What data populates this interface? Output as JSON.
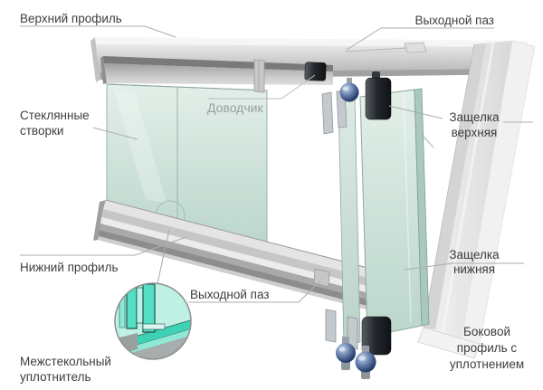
{
  "labels": {
    "top_profile": "Верхний профиль",
    "exit_groove_top": "Выходной паз",
    "closer": "Доводчик",
    "glass_leaves": {
      "line1": "Стеклянные",
      "line2": "створки"
    },
    "latch_top": {
      "line1": "Защелка",
      "line2": "верхняя"
    },
    "bottom_profile": "Нижний профиль",
    "latch_bottom": {
      "line1": "Защелка",
      "line2": "нижняя"
    },
    "exit_groove_bottom": "Выходной паз",
    "interglass_seal": {
      "line1": "Межстекольный",
      "line2": "уплотнитель"
    },
    "side_profile": {
      "line1": "Боковой",
      "line2": "профиль с",
      "line3": "уплотнением"
    }
  },
  "colors": {
    "background": "#ffffff",
    "label_text": "#3d3d3d",
    "closer_label_text": "#9aa0a0",
    "leader_line": "#a9a9a9",
    "glass": "#cfe4db",
    "seal_teal": "#4cdcc2",
    "profile_gray": "#c4c4c4",
    "latch_dark": "#23282c",
    "knob_blue": "#4a6694"
  }
}
